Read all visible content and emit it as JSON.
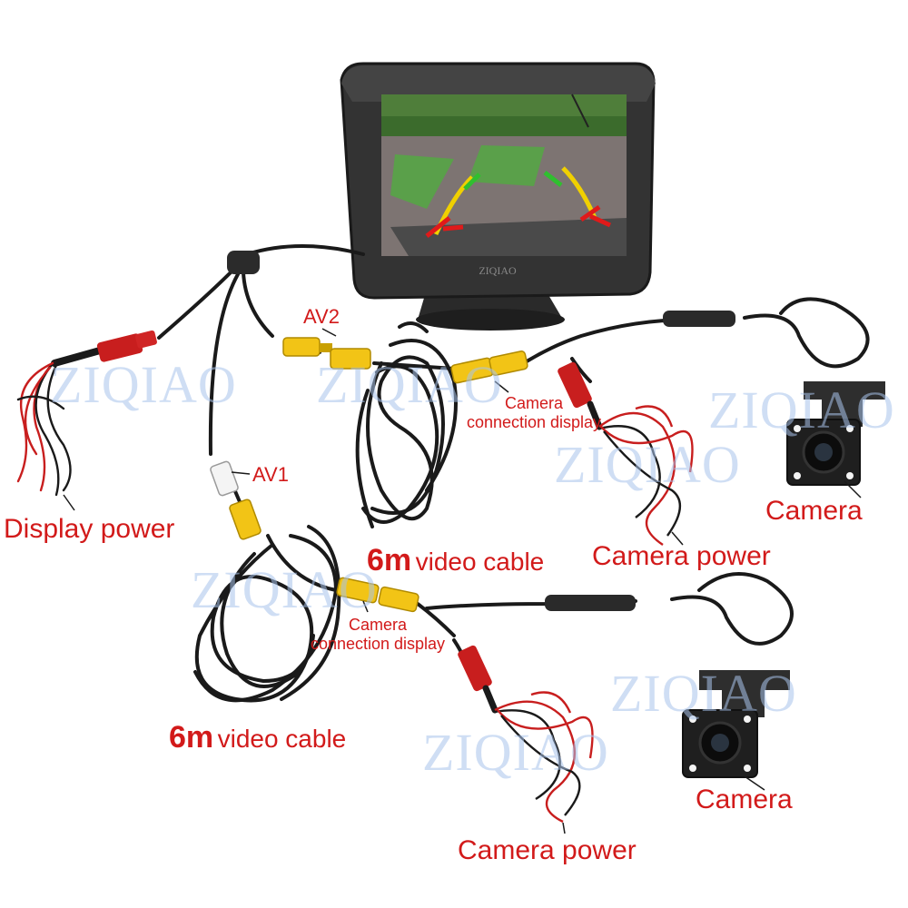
{
  "brand_text": "ZIQIAO",
  "colors": {
    "label_red": "#d21a1a",
    "cable_black": "#1a1a1a",
    "wire_red": "#c81e1e",
    "rca_yellow": "#f2c416",
    "rca_white": "#f4f4f4",
    "watermark_blue": "#a9c4ec"
  },
  "labels": {
    "display_power": "Display power",
    "av1": "AV1",
    "av2": "AV2",
    "cable_length": "6m",
    "cable_desc": "video cable",
    "camera_connection_line1": "Camera",
    "camera_connection_line2": "connection display",
    "camera_power": "Camera power",
    "camera": "Camera"
  }
}
